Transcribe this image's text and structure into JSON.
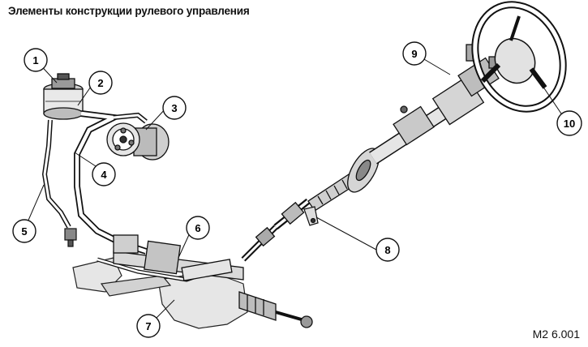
{
  "title": "Элементы конструкции рулевого управления",
  "figure_code": "M2 6.001",
  "callouts": [
    "1",
    "2",
    "3",
    "4",
    "5",
    "6",
    "7",
    "8",
    "9",
    "10"
  ]
}
